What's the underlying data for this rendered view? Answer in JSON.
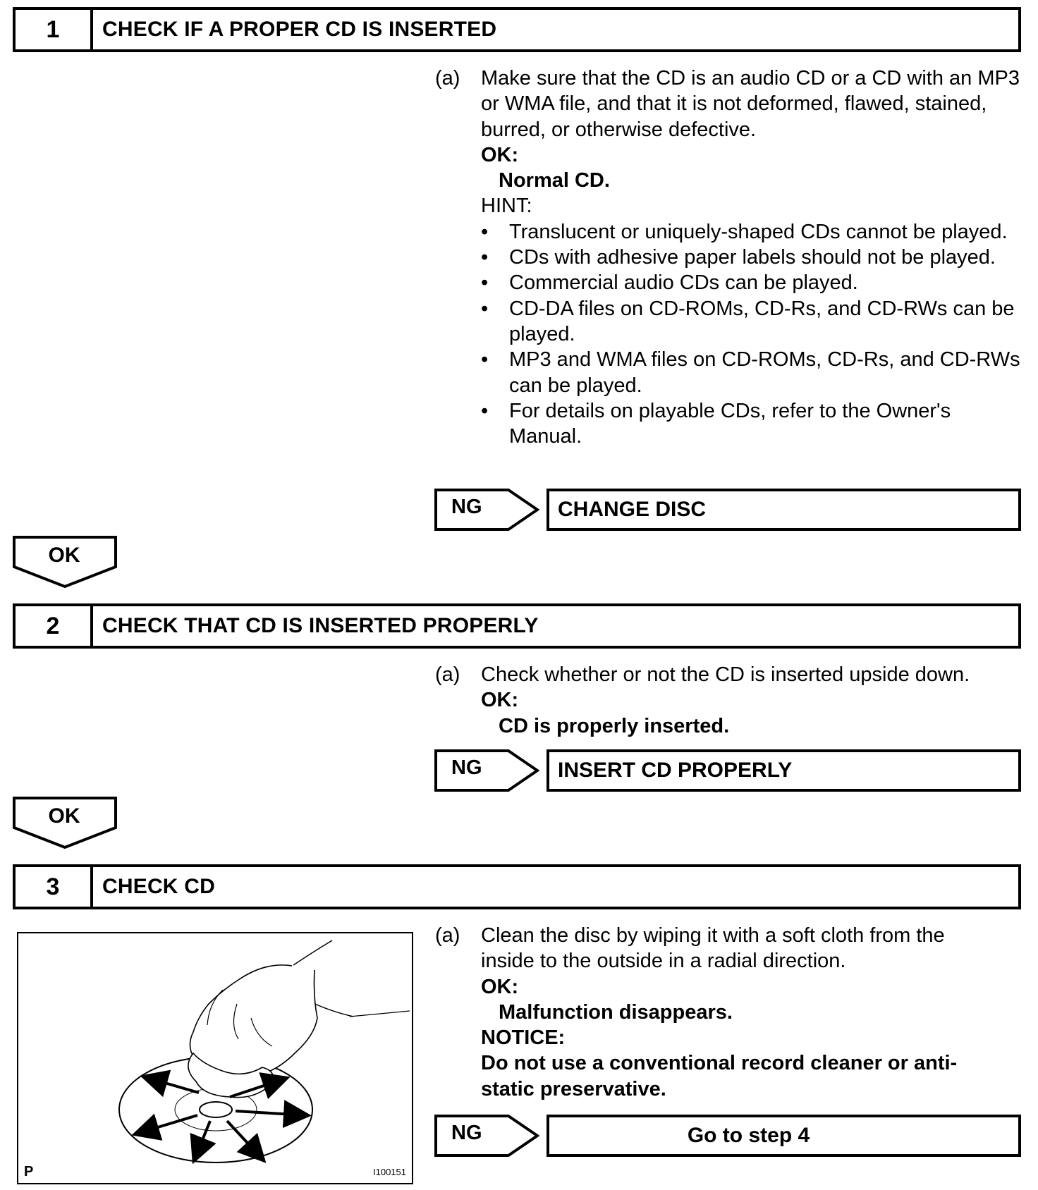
{
  "steps": [
    {
      "number": "1",
      "title": "CHECK IF A PROPER CD IS INSERTED",
      "item_mark": "(a)",
      "instruction": "Make sure that the CD is an audio CD or a CD with an MP3 or WMA file, and that it is not deformed, flawed, stained, burred, or otherwise defective.",
      "ok_label": "OK:",
      "ok_value": "Normal CD.",
      "hint_label": "HINT:",
      "hints": [
        "Translucent or uniquely-shaped CDs cannot be played.",
        "CDs with adhesive paper labels should not be played.",
        "Commercial audio CDs can be played.",
        "CD-DA files on CD-ROMs, CD-Rs, and CD-RWs can be played.",
        "MP3 and WMA files on CD-ROMs, CD-Rs, and CD-RWs can be played.",
        "For details on playable CDs, refer to the Owner's Manual."
      ],
      "ng_label": "NG",
      "ng_action": "CHANGE DISC",
      "ok_arrow": "OK"
    },
    {
      "number": "2",
      "title": "CHECK THAT CD IS INSERTED PROPERLY",
      "item_mark": "(a)",
      "instruction": "Check whether or not the CD is inserted upside down.",
      "ok_label": "OK:",
      "ok_value": "CD is properly inserted.",
      "ng_label": "NG",
      "ng_action": "INSERT CD PROPERLY",
      "ok_arrow": "OK"
    },
    {
      "number": "3",
      "title": "CHECK CD",
      "item_mark": "(a)",
      "instruction": "Clean the disc by wiping it with a soft cloth from the inside to the outside in a radial direction.",
      "ok_label": "OK:",
      "ok_value": "Malfunction disappears.",
      "notice_label": "NOTICE:",
      "notice_text": "Do not use a conventional record cleaner or anti-static preservative.",
      "ng_label": "NG",
      "ng_action": "Go to step 4"
    }
  ],
  "figure": {
    "corner_mark": "P",
    "code": "I100151"
  }
}
